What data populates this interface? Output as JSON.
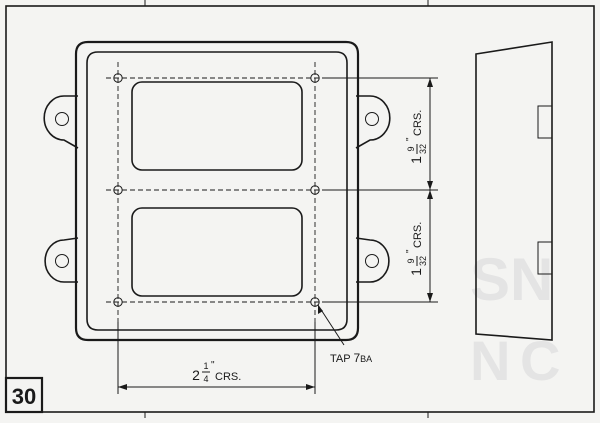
{
  "figure": {
    "number": "30",
    "dim_row_spacing": {
      "whole": "1",
      "num": "9",
      "den": "32",
      "unit": "\"",
      "suffix": "CRS."
    },
    "dim_col_spacing": {
      "whole": "2",
      "num": "1",
      "den": "4",
      "unit": "\"",
      "suffix": "CRS."
    },
    "tap_note": {
      "prefix": "TAP ",
      "size": "7",
      "thread": "BA"
    },
    "colors": {
      "ink": "#1a1a1a",
      "paper": "#f4f4f2",
      "ghost": "#e4e4e4"
    }
  }
}
